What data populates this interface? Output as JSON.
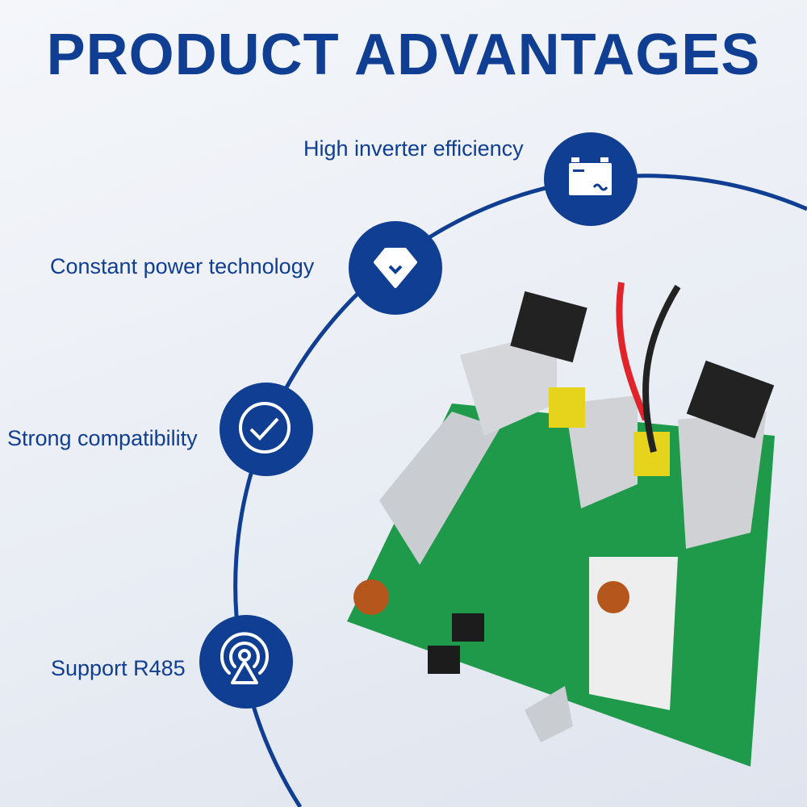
{
  "title": "PRODUCT ADVANTAGES",
  "features": [
    {
      "label": "High inverter efficiency",
      "icon": "battery-inverter-icon"
    },
    {
      "label": "Constant power technology",
      "icon": "diamond-icon"
    },
    {
      "label": "Strong compatibility",
      "icon": "check-circle-icon"
    },
    {
      "label": "Support R485",
      "icon": "signal-tower-icon"
    }
  ],
  "colors": {
    "brand": "#0f3e92",
    "pcb": "#1f9a4a"
  }
}
